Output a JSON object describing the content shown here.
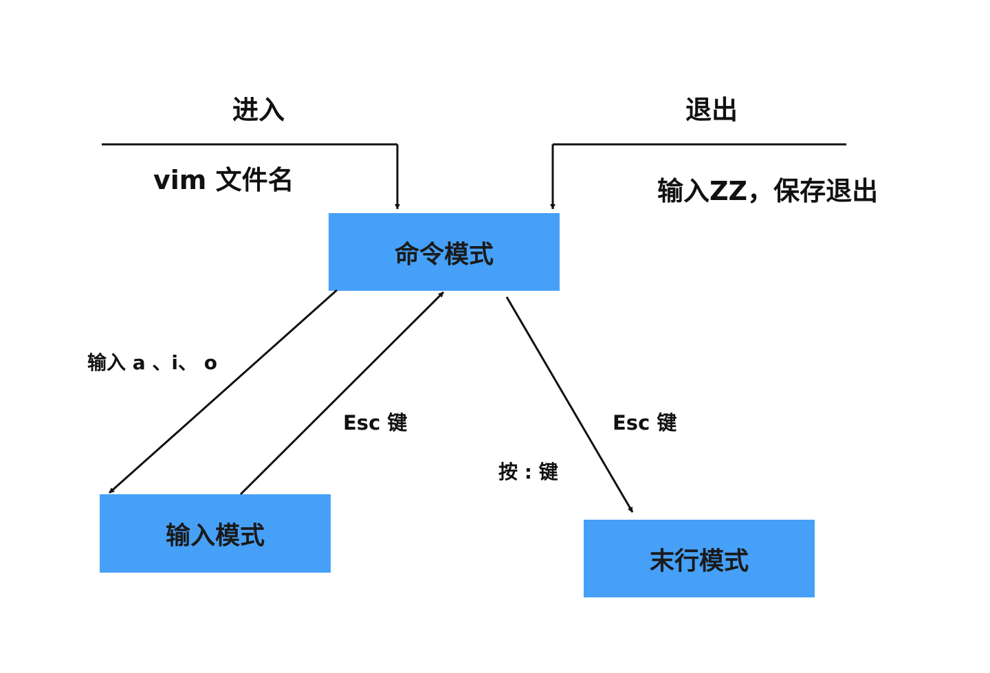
{
  "colors": {
    "box_fill": "#46a0f7",
    "line": "#111111",
    "text": "#111111",
    "background": "#ffffff"
  },
  "boxes": {
    "command_mode": "命令模式",
    "insert_mode": "输入模式",
    "last_line_mode": "末行模式"
  },
  "labels": {
    "enter_title": "进入",
    "enter_command": "vim 文件名",
    "exit_title": "退出",
    "exit_command": "输入ZZ，保存退出",
    "to_insert": "输入 a 、i、 o",
    "insert_esc": "Esc 键",
    "to_last_line": "按 : 键",
    "last_line_esc": "Esc 键"
  }
}
